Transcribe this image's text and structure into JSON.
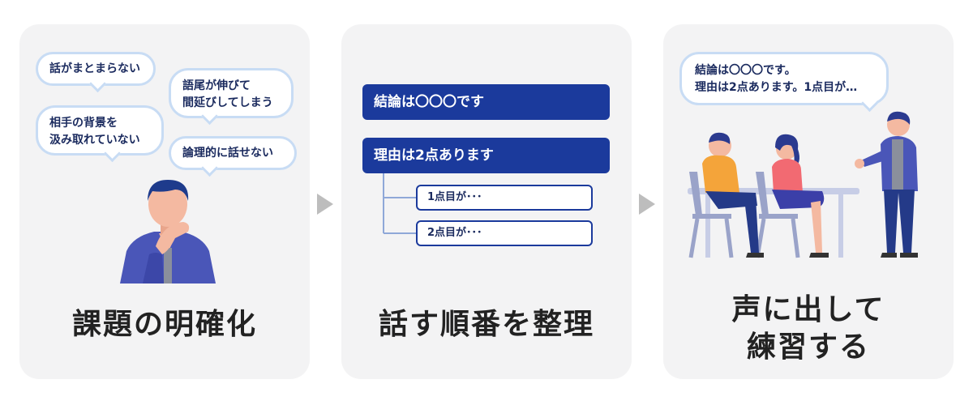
{
  "panel1": {
    "bubbles": {
      "b1": "話がまとまらない",
      "b2_line1": "語尾が伸びて",
      "b2_line2": "間延びしてしまう",
      "b3_line1": "相手の背景を",
      "b3_line2": "汲み取れていない",
      "b4": "論理的に話せない"
    },
    "caption": "課題の明確化"
  },
  "panel2": {
    "bar1": "結論は〇〇〇です",
    "bar2": "理由は2点あります",
    "sub1": "1点目が･･･",
    "sub2": "2点目が･･･",
    "caption": "話す順番を整理"
  },
  "panel3": {
    "bubble_line1": "結論は〇〇〇です。",
    "bubble_line2": "理由は2点あります。1点目が…",
    "caption_line1": "声に出して",
    "caption_line2": "練習する"
  },
  "colors": {
    "navy": "#1b3a9c",
    "bubble_border": "#c8dcf4",
    "panel_bg": "#f3f3f4",
    "arrow": "#bdbdbd"
  }
}
